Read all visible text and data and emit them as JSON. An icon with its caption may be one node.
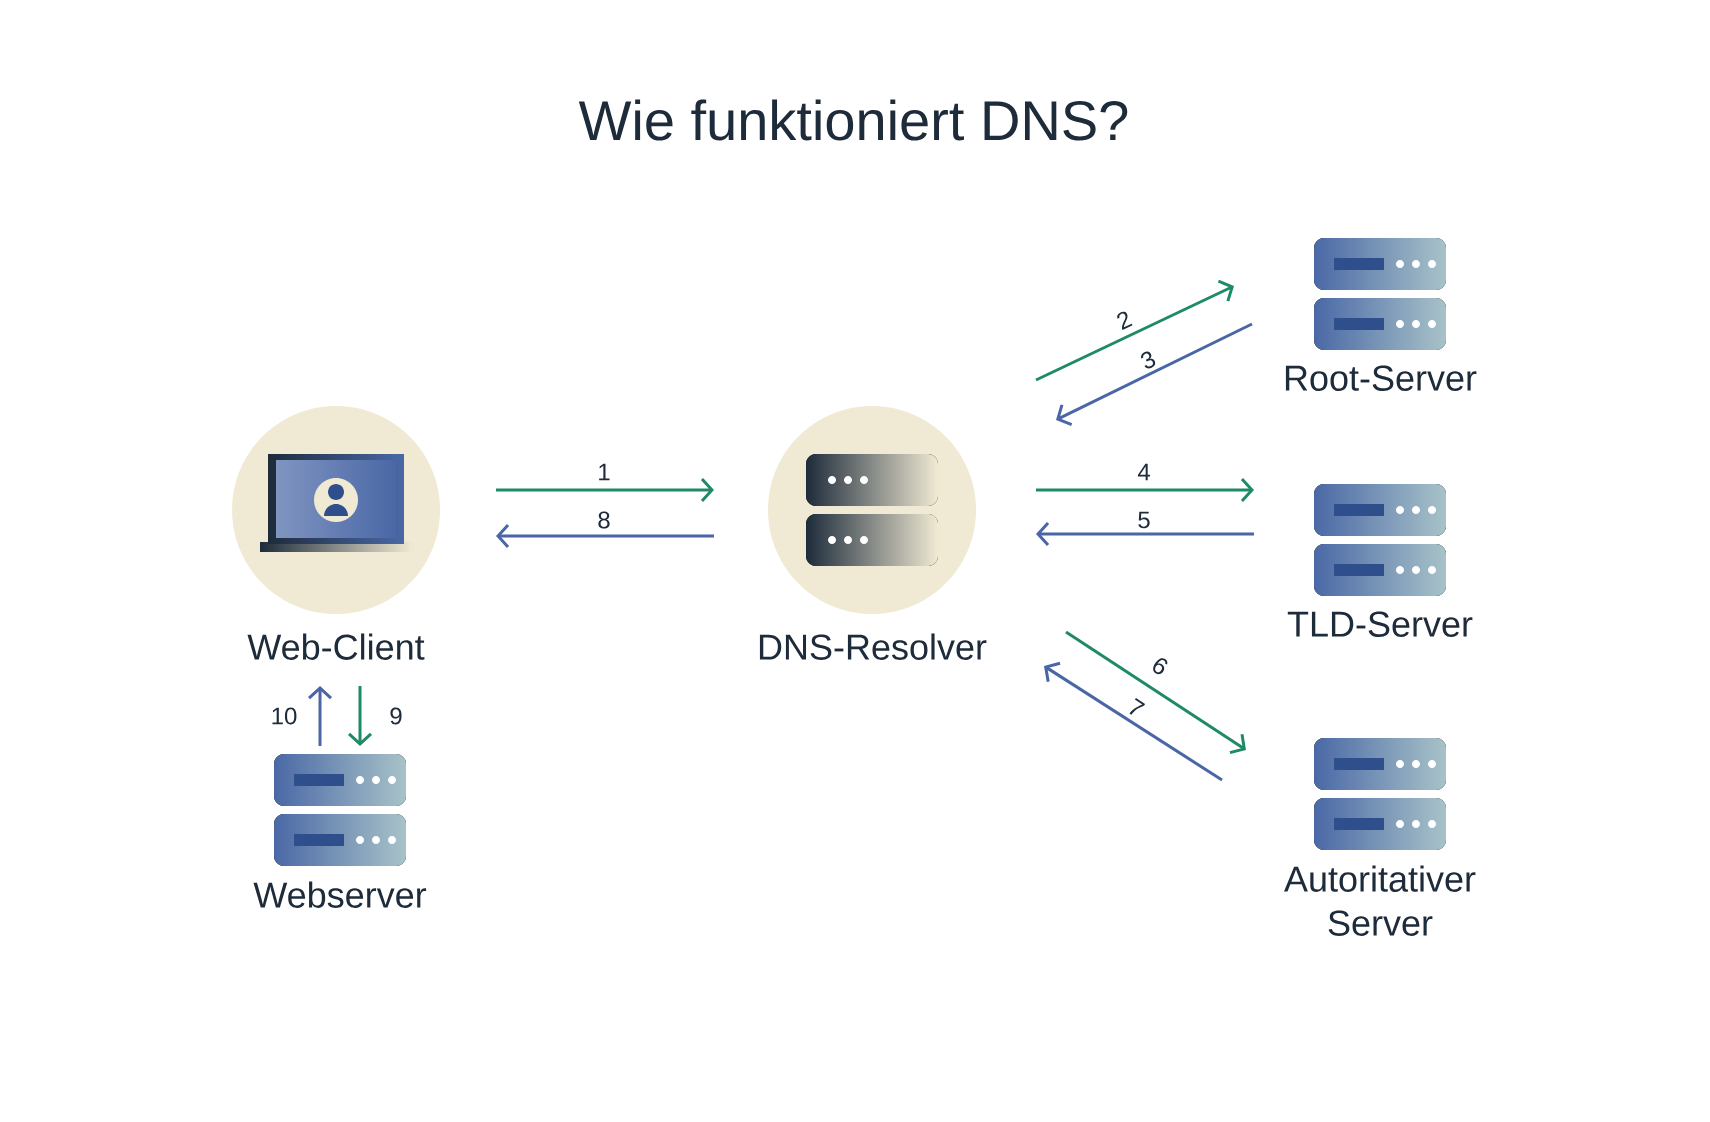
{
  "diagram": {
    "title": "Wie funktioniert DNS?",
    "nodes": [
      {
        "text": [
          "Web-Client"
        ]
      },
      {
        "text": [
          "DNS-Resolver"
        ]
      },
      {
        "text": [
          "Root-Server"
        ]
      },
      {
        "text": [
          "TLD-Server"
        ]
      },
      {
        "text": [
          "Autoritativer Server"
        ]
      },
      {
        "text": [
          "Webserver"
        ]
      }
    ],
    "edges": [
      {
        "from": 0,
        "to": 1,
        "arrow": "to",
        "label": "1",
        "color": "#1e8a68"
      },
      {
        "from": 1,
        "to": 0,
        "arrow": "to",
        "label": "8",
        "color": "#4a66a6"
      },
      {
        "from": 1,
        "to": 2,
        "arrow": "to",
        "label": "2",
        "color": "#1e8a68"
      },
      {
        "from": 2,
        "to": 1,
        "arrow": "to",
        "label": "3",
        "color": "#4a66a6"
      },
      {
        "from": 1,
        "to": 3,
        "arrow": "to",
        "label": "4",
        "color": "#1e8a68"
      },
      {
        "from": 3,
        "to": 1,
        "arrow": "to",
        "label": "5",
        "color": "#4a66a6"
      },
      {
        "from": 1,
        "to": 4,
        "arrow": "to",
        "label": "6",
        "color": "#1e8a68"
      },
      {
        "from": 4,
        "to": 1,
        "arrow": "to",
        "label": "7",
        "color": "#4a66a6"
      },
      {
        "from": 0,
        "to": 5,
        "arrow": "to",
        "label": "9",
        "color": "#1e8a68"
      },
      {
        "from": 5,
        "to": 0,
        "arrow": "to",
        "label": "10",
        "color": "#4a66a6"
      }
    ]
  }
}
